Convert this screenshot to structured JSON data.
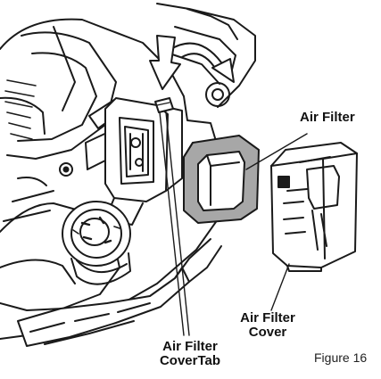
{
  "labels": {
    "air_filter": "Air Filter",
    "air_filter_cover_line1": "Air Filter",
    "air_filter_cover_line2": "Cover",
    "cover_tab_line1": "Air Filter",
    "cover_tab_line2": "CoverTab"
  },
  "caption": "Figure 16",
  "colors": {
    "line": "#1a1a1a",
    "filter_fill": "#a7a7a7",
    "background": "#ffffff"
  }
}
